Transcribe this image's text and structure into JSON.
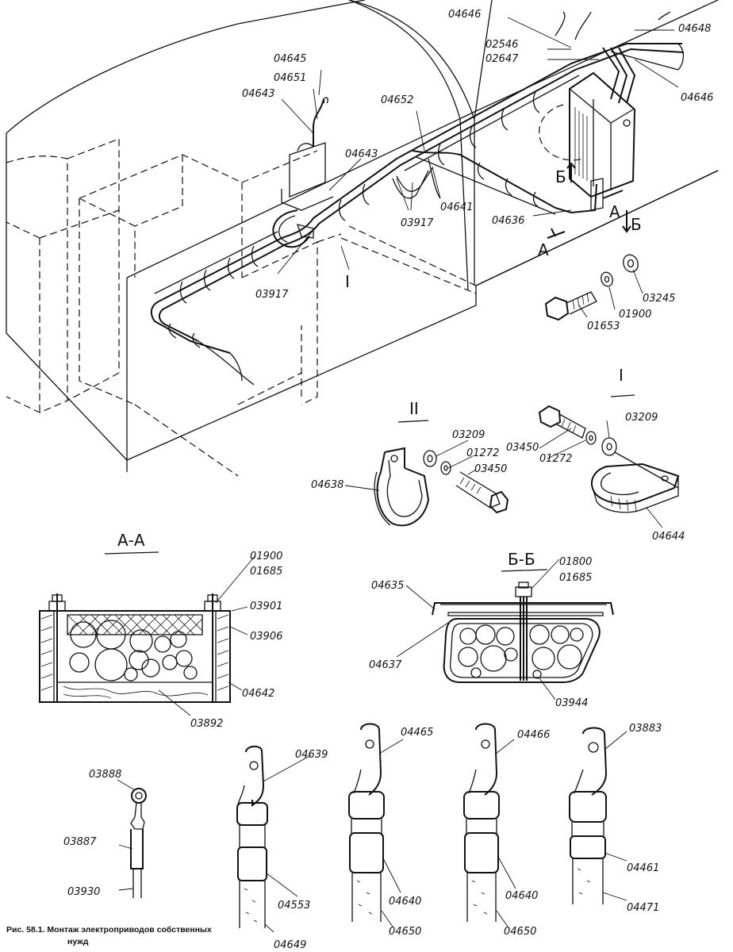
{
  "caption": {
    "line1": "Рис. 58.1. Монтаж электроприводов собственных",
    "line2": "нужд"
  },
  "sections": {
    "aa": "А-А",
    "bb": "Б-Б",
    "view1": "I",
    "view2": "II",
    "cut_a1": "А",
    "cut_a2": "А",
    "cut_b1": "Б",
    "cut_b2": "Б"
  },
  "labels": {
    "p04646_top": "04646",
    "p04648": "04648",
    "p02546": "02546",
    "p02647": "02647",
    "p04646_right": "04646",
    "p04645": "04645",
    "p04651": "04651",
    "p04643_a": "04643",
    "p04652": "04652",
    "p04643_b": "04643",
    "p04641": "04641",
    "p03917_a": "03917",
    "p04636": "04636",
    "p03917_b": "03917",
    "p_I": "I",
    "p03245": "03245",
    "p01900": "01900",
    "p01653": "01653",
    "p03209_a": "03209",
    "p01272_a": "01272",
    "p03450_a": "03450",
    "p04638": "04638",
    "p03450_b": "03450",
    "p01272_b": "01272",
    "p03209_b": "03209",
    "p04644": "04644",
    "p01900_aa": "01900",
    "p01685_aa": "01685",
    "p03901": "03901",
    "p03906": "03906",
    "p04642": "04642",
    "p03892": "03892",
    "p01800_bb": "01800",
    "p01685_bb": "01685",
    "p04635": "04635",
    "p04637": "04637",
    "p03944": "03944",
    "p03888": "03888",
    "p03887": "03887",
    "p03930": "03930",
    "p04639": "04639",
    "p04553": "04553",
    "p04649": "04649",
    "p04465": "04465",
    "p04640_a": "04640",
    "p04650_a": "04650",
    "p04466": "04466",
    "p04640_b": "04640",
    "p04650_b": "04650",
    "p03883": "03883",
    "p04461": "04461",
    "p04471": "04471"
  }
}
